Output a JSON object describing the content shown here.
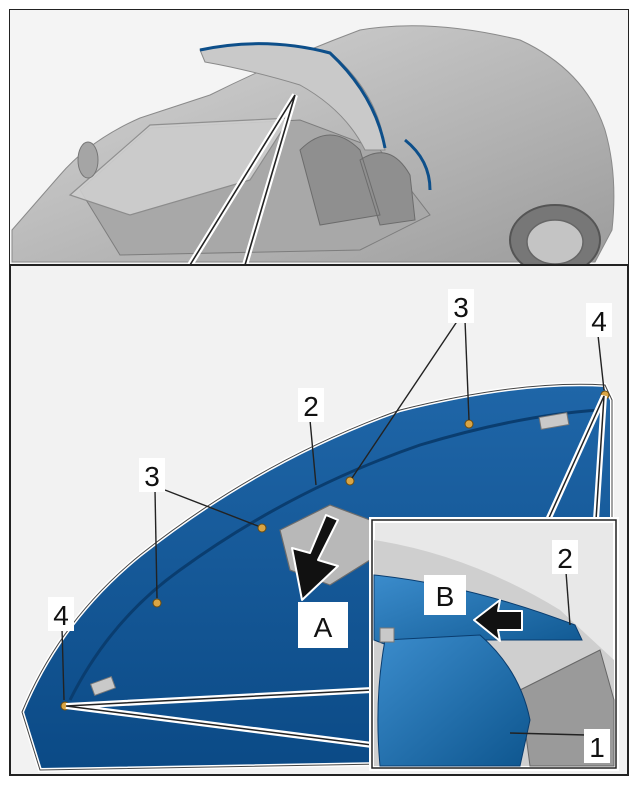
{
  "callouts": {
    "label_1": "1",
    "label_2_top": "2",
    "label_2_detail": "2",
    "label_3_left": "3",
    "label_3_right": "3",
    "label_4_left": "4",
    "label_4_right": "4",
    "label_A": "A",
    "label_B": "B"
  },
  "colors": {
    "body_blue": "#0d4f8a",
    "body_blue_light": "#2a78b8",
    "car_grey": "#b9b9b9",
    "frame": "#222222",
    "background": "#f2f2f2"
  }
}
